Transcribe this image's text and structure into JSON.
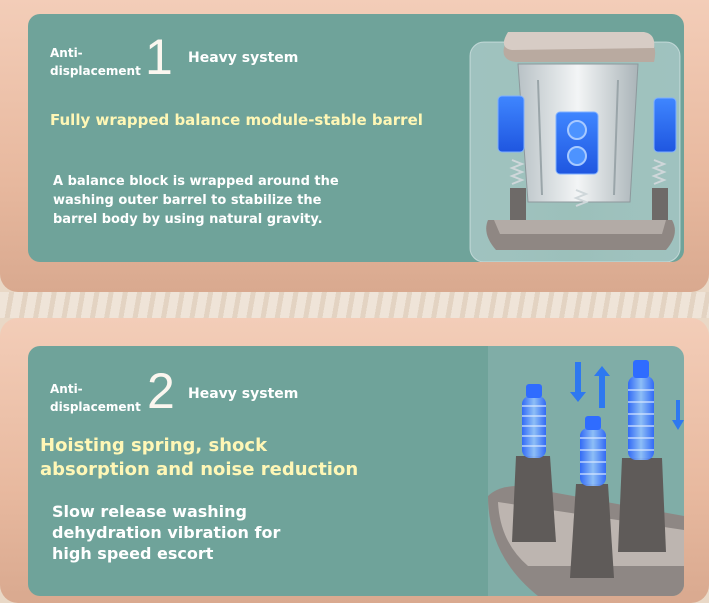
{
  "sections": [
    {
      "label": "Anti-\ndisplacement",
      "number": "1",
      "system": "Heavy system",
      "heading": "Fully wrapped balance module-stable barrel",
      "body": "A balance block is wrapped around the washing outer barrel to stabilize the barrel body by using natural gravity."
    },
    {
      "label": "Anti-\ndisplacement",
      "number": "2",
      "system": "Heavy system",
      "heading": "Hoisting spring, shock absorption and noise reduction",
      "body": "Slow release washing dehydration vibration for high speed escort"
    }
  ],
  "colors": {
    "card_bg": "#6fa39a",
    "frame": "#f0c6ae",
    "heading_text": "#fff7b6",
    "accent_blue": "#2f6cff"
  }
}
